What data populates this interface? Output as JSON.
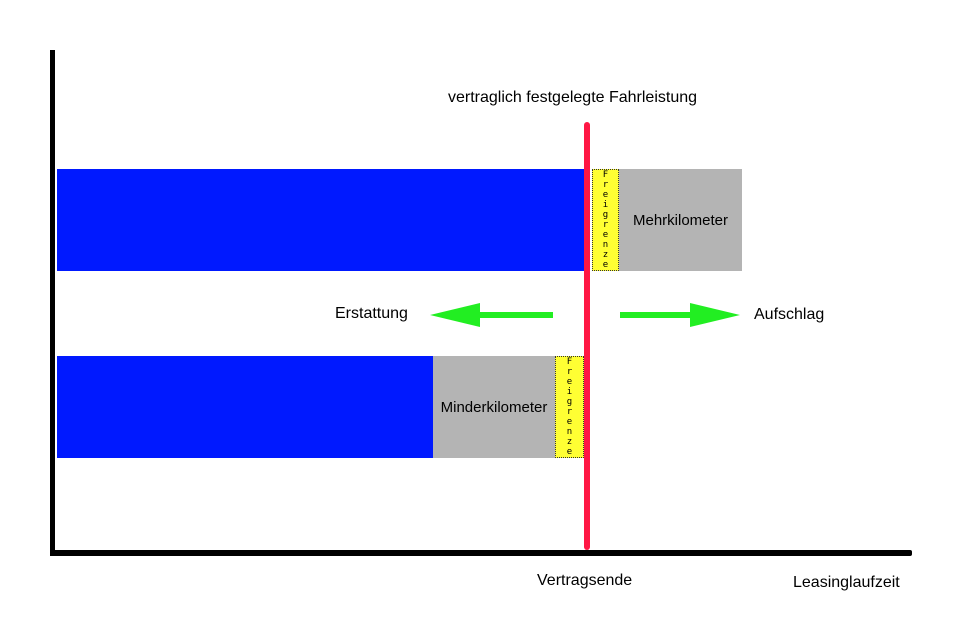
{
  "labels": {
    "contract_mileage": "vertraglich festgelegte Fahrleistung",
    "refund": "Erstattung",
    "surcharge": "Aufschlag",
    "contract_end": "Vertragsende",
    "lease_term": "Leasinglaufzeit"
  },
  "bars": {
    "top": {
      "extra_label": "Mehrkilometer",
      "tolerance_label": "Freigrenze"
    },
    "bottom": {
      "shortfall_label": "Minderkilometer",
      "tolerance_label": "Freigrenze"
    }
  },
  "colors": {
    "mileage_bar": "#0019ff",
    "km_difference": "#b4b4b4",
    "tolerance": "#ffff33",
    "contract_line": "#ff1744",
    "arrows": "#22ee22",
    "axes": "#000000"
  }
}
